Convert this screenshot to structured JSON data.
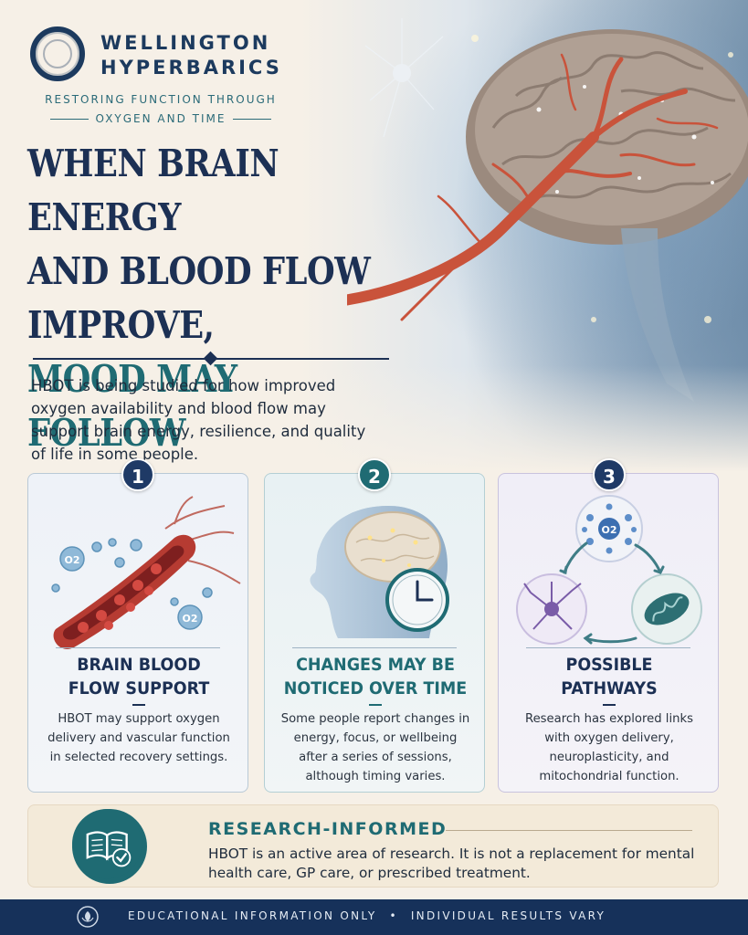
{
  "brand": {
    "name_line1": "WELLINGTON",
    "name_line2": "HYPERBARICS",
    "tagline_line1": "RESTORING FUNCTION THROUGH",
    "tagline_line2": "OXYGEN AND TIME",
    "logo_icon": "ring-logo-icon"
  },
  "headline": {
    "line1": "WHEN BRAIN ENERGY",
    "line2": "AND BLOOD FLOW",
    "line3": "IMPROVE,",
    "line4": "MOOD MAY FOLLOW"
  },
  "intro": "HBOT is being studied for how improved oxygen availability and blood flow may support brain energy, resilience, and quality of life in some people.",
  "cards": [
    {
      "number": "1",
      "title_line1": "BRAIN BLOOD",
      "title_line2": "FLOW SUPPORT",
      "body": "HBOT may support oxygen delivery and vascular function in selected recovery settings.",
      "illustration": "blood-vessel-oxygen-icon"
    },
    {
      "number": "2",
      "title_line1": "CHANGES MAY BE",
      "title_line2": "NOTICED OVER TIME",
      "body": "Some people report changes in energy, focus, or wellbeing after a series of sessions, although timing varies.",
      "illustration": "head-brain-clock-icon"
    },
    {
      "number": "3",
      "title_line1": "POSSIBLE",
      "title_line2": "PATHWAYS",
      "body": "Research has explored links with oxygen delivery, neuroplasticity, and mitochondrial function.",
      "illustration": "pathway-cycle-icon",
      "oxygen_label": "O2"
    }
  ],
  "oxygen_label": "O2",
  "research": {
    "title": "RESEARCH-INFORMED",
    "text": "HBOT is an active area of research. It is not a replacement for mental health care, GP care, or prescribed treatment.",
    "icon": "open-book-check-icon"
  },
  "footer": {
    "left": "EDUCATIONAL INFORMATION ONLY",
    "separator": "•",
    "right": "INDIVIDUAL RESULTS VARY",
    "icon": "leaf-emblem-icon"
  },
  "colors": {
    "navy": "#1c3054",
    "teal": "#1f6b73",
    "cream": "#f6f0e7",
    "footer": "#16315a"
  }
}
